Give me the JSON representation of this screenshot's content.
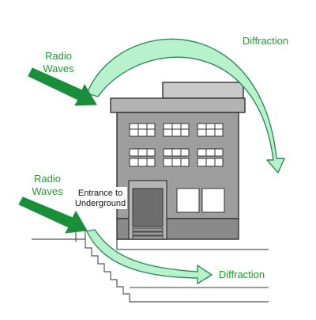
{
  "labels": {
    "radio_waves_top": [
      "Radio",
      "Waves"
    ],
    "radio_waves_bottom": [
      "Radio",
      "Waves"
    ],
    "diffraction_top": "Diffraction",
    "diffraction_bottom": "Diffraction",
    "entrance": [
      "Entrance to",
      "Underground"
    ]
  },
  "colors": {
    "label_green": "#1e9e2e",
    "arrow_green": "#1a8f3a",
    "diffraction_fill": "#b7f2cd",
    "diffraction_stroke": "#2e8b57",
    "building_light": "#c9c9c9",
    "building_mid": "#9e9e9e",
    "building_dark": "#7a7a7a",
    "window_fill": "#ffffff",
    "outline": "#333333"
  }
}
